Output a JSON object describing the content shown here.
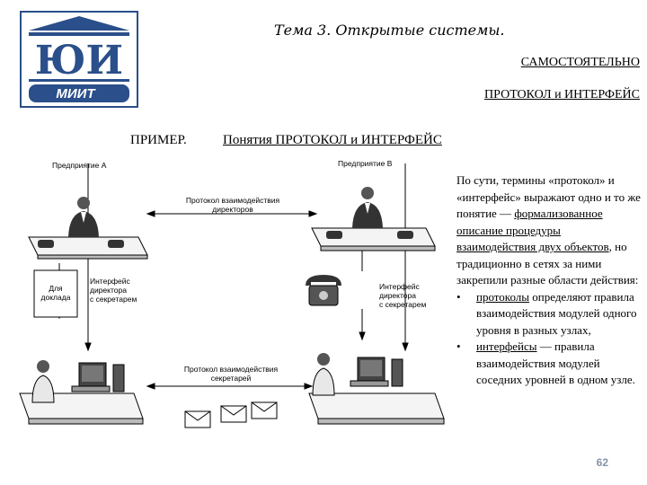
{
  "header": {
    "logo_text": "ЮИ",
    "logo_sub": "МИИТ",
    "topic": "Тема 3. Открытые системы.",
    "heading1": "САМОСТОЯТЕЛЬНО",
    "heading2": "ПРОТОКОЛ и ИНТЕРФЕЙС"
  },
  "example": {
    "label": "ПРИМЕР.",
    "title": "Понятия ПРОТОКОЛ и ИНТЕРФЕЙС"
  },
  "diagram": {
    "enterprise_a": "Предприятие А",
    "enterprise_b": "Предприятие В",
    "directors_protocol": [
      "Протокол взаимодействия",
      "директоров"
    ],
    "for_report": [
      "Для",
      "доклада"
    ],
    "interface_left": [
      "Интерфейс",
      "директора",
      "с секретарем"
    ],
    "interface_right": [
      "Интерфейс",
      "директора",
      "с секретарем"
    ],
    "secretaries_protocol": [
      "Протокол взаимодействия",
      "секретарей"
    ]
  },
  "body": {
    "p1_a": "По  сути, термины «протокол» и «интерфейс» выражают одно и то же понятие — ",
    "p1_link": "формализованное описание процедуры взаимодействия двух объектов",
    "p1_b": ", но традиционно в сетях за ними закрепили разные области действия:",
    "b1_term": "протоколы",
    "b1_rest": " определяют правила взаимодействия модулей одного уровня в разных узлах,",
    "b2_term": "интерфейсы",
    "b2_rest": " — правила взаимодействия модулей соседних уровней в одном узле.",
    "bullet_mark": "•"
  },
  "page_number": "62",
  "colors": {
    "logo_blue": "#2a4f8a",
    "page_number": "#8494a8"
  }
}
